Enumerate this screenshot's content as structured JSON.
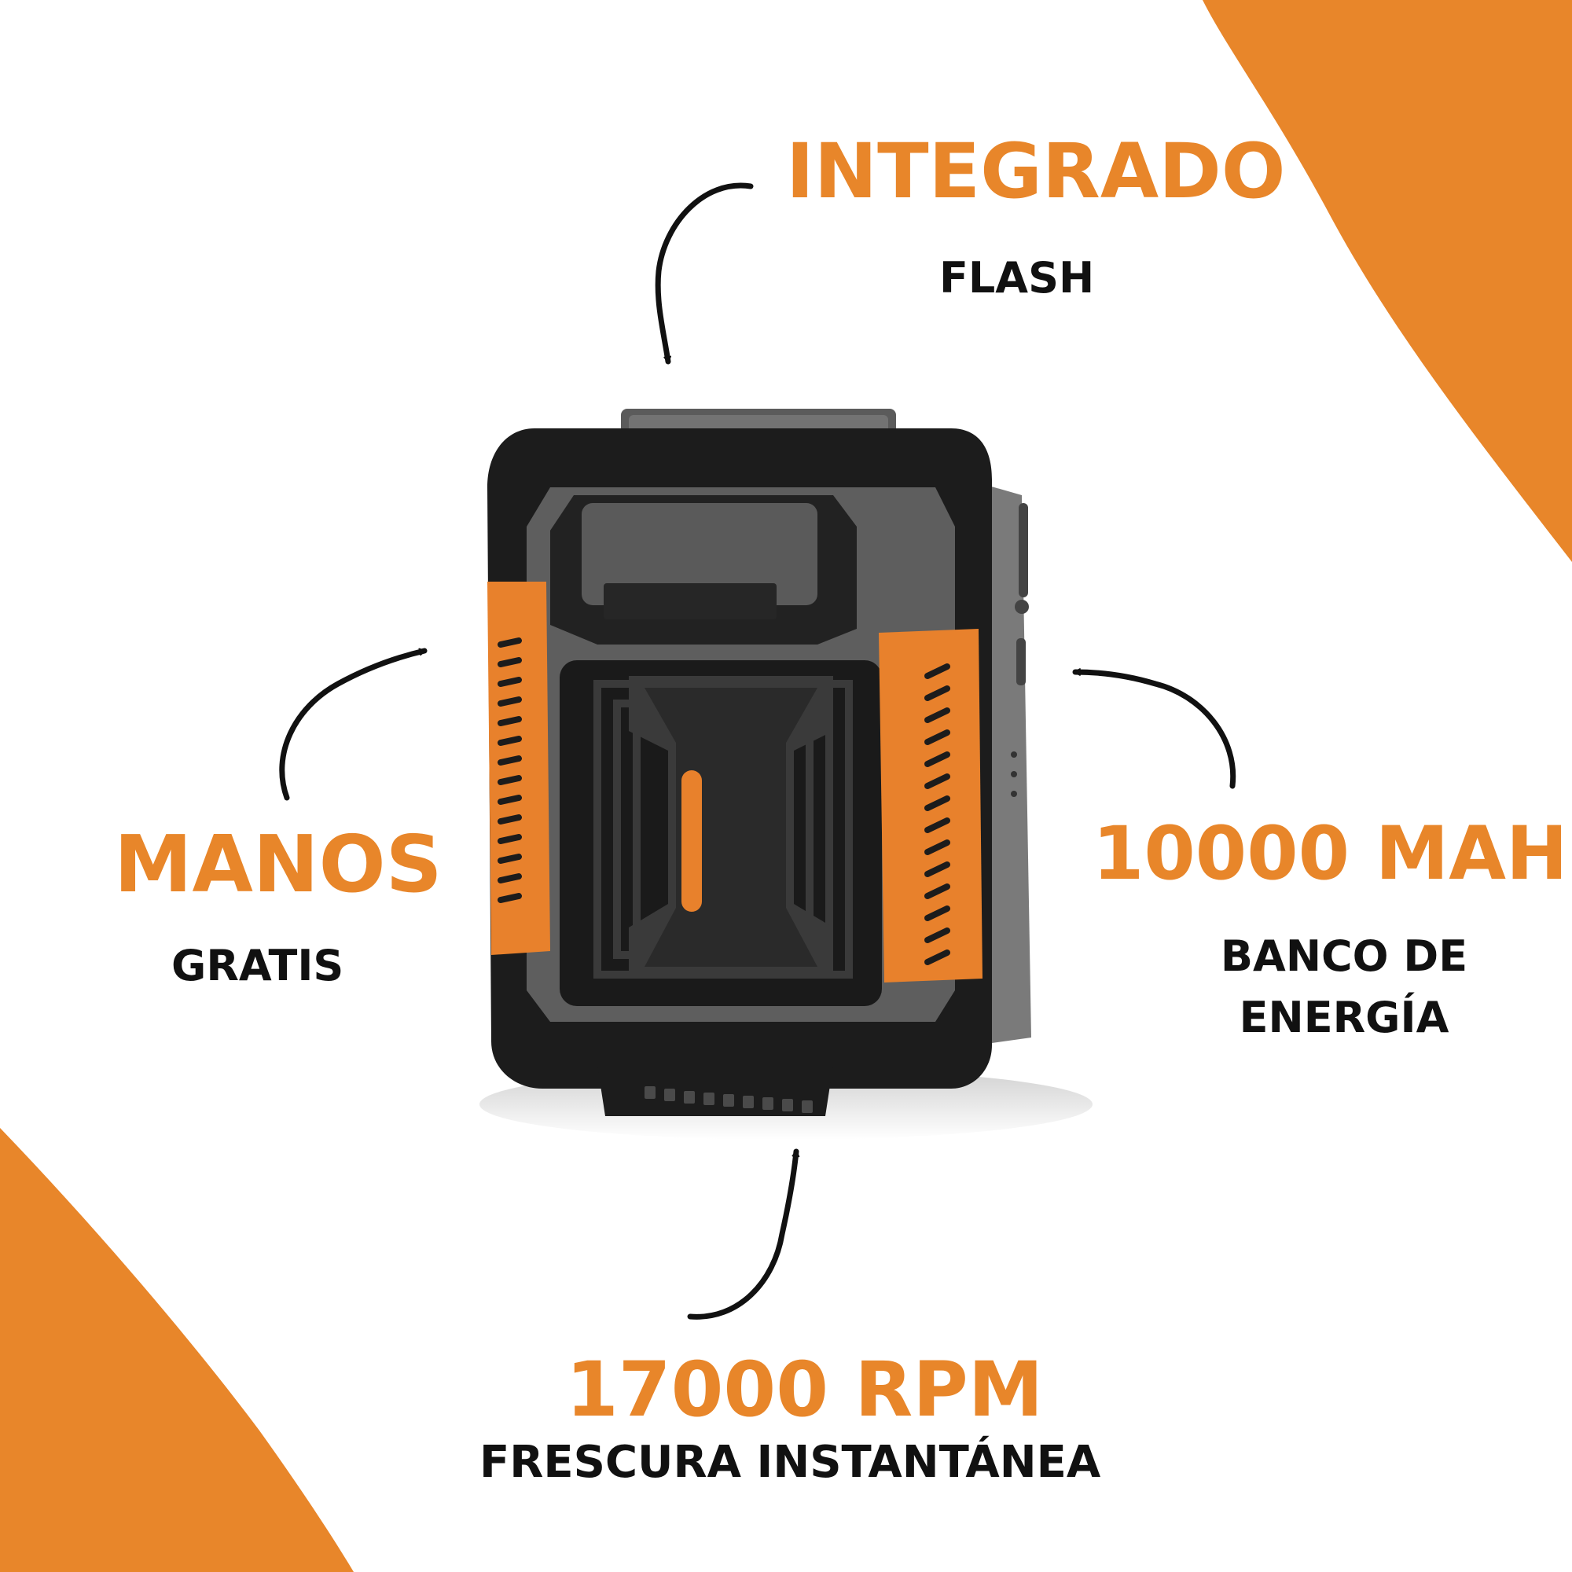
{
  "colors": {
    "accent_orange": "#E8862A",
    "text_black": "#111111",
    "device_black": "#1b1b1b",
    "device_gray": "#6a6a6a",
    "device_orange": "#E8812C"
  },
  "features": {
    "top": {
      "title": "INTEGRADO",
      "subtitle": "FLASH"
    },
    "left": {
      "title": "MANOS",
      "subtitle": "GRATIS"
    },
    "right": {
      "title": "10000 MAH",
      "subtitle": "BANCO DE ENERGÍA"
    },
    "bottom": {
      "title": "17000 RPM",
      "subtitle": "FRESCURA INSTANTÁNEA"
    }
  },
  "product": {
    "name": "portable-neck-fan-image"
  }
}
